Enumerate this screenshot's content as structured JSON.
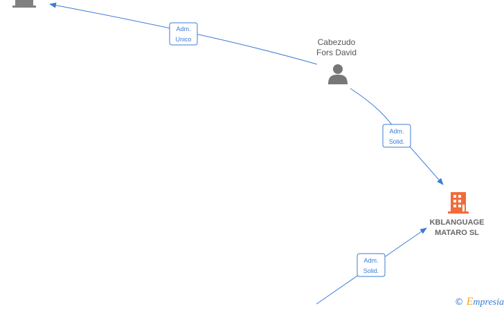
{
  "nodes": {
    "person": {
      "name_line1": "Cabezudo",
      "name_line2": "Fors David"
    },
    "company_main": {
      "name_line1": "KBLANGUAGE",
      "name_line2": "MATARO  SL",
      "icon_color": "#f26b3a"
    },
    "company_top_left": {
      "icon_color": "#808080"
    }
  },
  "edges": [
    {
      "label_line1": "Adm.",
      "label_line2": "Unico"
    },
    {
      "label_line1": "Adm.",
      "label_line2": "Solid."
    },
    {
      "label_line1": "Adm.",
      "label_line2": "Solid."
    }
  ],
  "watermark": {
    "copyright": "©",
    "brand_first": "E",
    "brand_rest": "mpresia"
  },
  "colors": {
    "edge": "#3a7bd5",
    "person_icon": "#777777"
  }
}
